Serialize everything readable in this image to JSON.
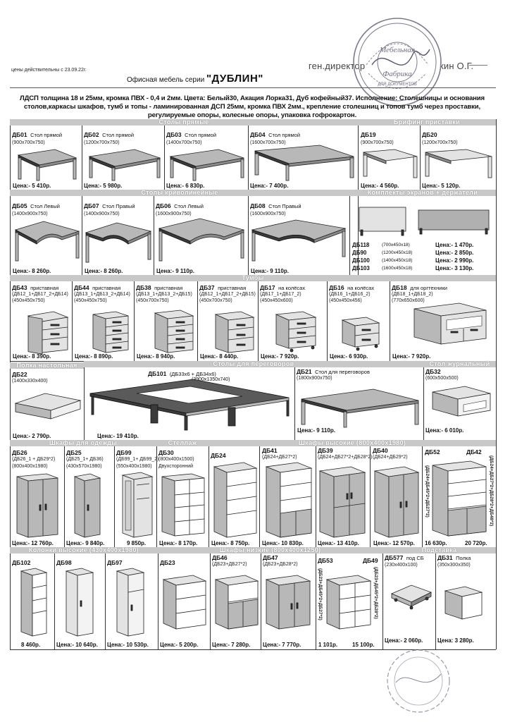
{
  "header": {
    "prices_valid": "цены действительны с 23.09.22г.",
    "director": "ген.директор",
    "director_name": "кин О.Г.",
    "title_prefix": "Офисная мебель серии",
    "series": "\"ДУБЛИН\"",
    "stamp_text": "ОГРАНИЧЕННОЙ ОТВЕТСТВЕННОСТЬЮ · Мебельная Фабрика · ДЛЯ ДОКУМЕНТОВ"
  },
  "description": "ЛДСП толщина 18 и 25мм, кромка ПВХ - 0,4 и 2мм. Цвета: Белый30, Акация Лорка31, Дуб кофейный37. Исполнение: Столешницы и основания столов,каркасы шкафов, тумб и топы - ламинированная ДСП 25мм, кромка ПВХ 2мм., крепление столешниц и топов тумб через проставки, регулируемые опоры, колесные опоры, упаковка гофрокартон.",
  "sections": {
    "straight": "Столы прямые",
    "briefing": "Брифинг приставки",
    "curved": "Столы криволинейные",
    "screens": "Комплекты экранов + держатели",
    "pedestals": "Тумбы",
    "shelf_top": "Полка настольная",
    "meeting": "Столы для переговоров",
    "journal": "Стол журнальный",
    "wardrobes": "Шкафы для одежды",
    "rack": "Стеллаж",
    "tall": "Шкафы высокие (800x400x1980)",
    "columns": "Колонки высокие (430x400x1980)",
    "low": "Шкафы низкие (800x400x1250)",
    "stand": "Подставка"
  },
  "price_label": "Цена:-",
  "price_label2": "Цена:",
  "row1": [
    {
      "code": "ДБ01",
      "name": "Стол прямой",
      "dim": "(900x700x750)",
      "price": "5 410р."
    },
    {
      "code": "ДБ02",
      "name": "Стол прямой",
      "dim": "(1200x700x750)",
      "price": "5 980р."
    },
    {
      "code": "ДБ03",
      "name": "Стол прямой",
      "dim": "(1400x700x750)",
      "price": "6 830р."
    },
    {
      "code": "ДБ04",
      "name": "Стол прямой",
      "dim": "(1600x700x750)",
      "price": "7 400р."
    },
    {
      "code": "ДБ19",
      "name": "",
      "dim": "(900x700x750)",
      "price": "4 560р."
    },
    {
      "code": "ДБ20",
      "name": "",
      "dim": "(1200x700x750)",
      "price": "5 120р."
    }
  ],
  "row2": [
    {
      "code": "ДБ05",
      "name": "Стол Левый",
      "dim": "(1400x900x750)",
      "price": "8 260р."
    },
    {
      "code": "ДБ07",
      "name": "Стол Правый",
      "dim": "(1400x900x750)",
      "price": "8 260р."
    },
    {
      "code": "ДБ06",
      "name": "Стол Левый",
      "dim": "(1600x900x750)",
      "price": "9 110р."
    },
    {
      "code": "ДБ08",
      "name": "Стол Правый",
      "dim": "(1600x900x750)",
      "price": "9 110р."
    }
  ],
  "screens": [
    {
      "code": "ДБ118",
      "dim": "(700x450x18)",
      "price": "1 470р."
    },
    {
      "code": "ДБ90",
      "dim": "(1200x450x18)",
      "price": "2 850р."
    },
    {
      "code": "ДБ100",
      "dim": "(1400x450x18)",
      "price": "2 990р."
    },
    {
      "code": "ДБ103",
      "dim": "(1600x450x18)",
      "price": "3 130р."
    }
  ],
  "row3": [
    {
      "code": "ДБ43",
      "name": "приставная",
      "spec": "(ДБ12_1+ДБ17_2+ДБ14)",
      "dim": "(450x450x750)",
      "price": "8 390р."
    },
    {
      "code": "ДБ44",
      "name": "приставная",
      "spec": "(ДБ13_1+ДБ13_2+ДБ14)",
      "dim": "(450x450x750)",
      "price": "8 890р."
    },
    {
      "code": "ДБ38",
      "name": "приставная",
      "spec": "(ДБ13_1+ДБ13_2+ДБ15)",
      "dim": "(450x700x750)",
      "price": "8 940р."
    },
    {
      "code": "ДБ37",
      "name": "приставная",
      "spec": "(ДБ12_1+ДБ17_2+ДБ15)",
      "dim": "(450x700x750)",
      "price": "8 440р."
    },
    {
      "code": "ДБ17",
      "name": "на колёсах",
      "spec": "(ДБ17_1+ДБ17_2)",
      "dim": "(450x450x600)",
      "price": "7 920р."
    },
    {
      "code": "ДБ16",
      "name": "на колёсах",
      "spec": "(ДБ16_1+ДБ16_2)",
      "dim": "(450x450x456)",
      "price": "6 930р."
    },
    {
      "code": "ДБ18",
      "name": "для оргтехники",
      "spec": "(ДБ18_1+ДБ18_2)",
      "dim": "(770x650x600)",
      "price": "7 920р."
    }
  ],
  "row4": [
    {
      "code": "ДБ22",
      "name": "",
      "dim": "(1400x330x400)",
      "price": "2 790р."
    },
    {
      "code": "ДБ101",
      "name": "(ДБ33х6 + ДБ34х6)",
      "dim": "(3900x1350x740)",
      "price": "19 410р."
    },
    {
      "code": "ДБ21",
      "name": "Стол для переговоров",
      "dim": "(1800x900x750)",
      "price": "9 110р."
    },
    {
      "code": "ДБ32",
      "name": "",
      "dim": "(600x500x500)",
      "price": "6 010р."
    }
  ],
  "row5": [
    {
      "code": "ДБ26",
      "spec": "(ДБ26_1 + ДБ29*2)",
      "dim": "(800x400x1980)",
      "price": "12 760р."
    },
    {
      "code": "ДБ25",
      "spec": "(ДБ25_1+ ДБ36)",
      "dim": "(430x570x1980)",
      "price": "9 840р."
    },
    {
      "code": "ДБ99",
      "spec": "(ДБ99_1+ ДБ99_2)",
      "dim": "(550x400x1980)",
      "price": "9 850р."
    },
    {
      "code": "ДБ30",
      "spec": "(800x400x1500)",
      "dim": "Двухсторонний",
      "price": "8 170р."
    },
    {
      "code": "ДБ24",
      "spec": "",
      "dim": "",
      "price": "8 750р."
    },
    {
      "code": "ДБ41",
      "spec": "(ДБ24+ДБ27*2)",
      "dim": "",
      "price": "10 830р."
    },
    {
      "code": "ДБ39",
      "spec": "(ДБ24+ДБ27*2+ДБ28*2)",
      "dim": "",
      "price": "13 410р."
    },
    {
      "code": "ДБ40",
      "spec": "(ДБ24+ДБ29*2)",
      "dim": "",
      "price": "12 570р."
    },
    {
      "code": "ДБ52",
      "spec": "(ДБ24+ДБ45*2+ДБ27*2)",
      "dim": "",
      "price": "16 630р."
    },
    {
      "code": "ДБ42",
      "spec": "(ДБ24+ДБ27*2+ДБ28*2+ДБ48*2)",
      "dim": "",
      "price": "20 720р."
    }
  ],
  "row6": [
    {
      "code": "ДБ102",
      "spec": "",
      "price": "8 460р."
    },
    {
      "code": "ДБ98",
      "spec": "",
      "price": "10 640р."
    },
    {
      "code": "ДБ97",
      "spec": "",
      "price": "10 530р."
    },
    {
      "code": "ДБ23",
      "spec": "",
      "price": "5 200р."
    },
    {
      "code": "ДБ46",
      "spec": "(ДБ23+ДБ27*2)",
      "price": "7 280р."
    },
    {
      "code": "ДБ47",
      "spec": "(ДБ23+ДБ28*2)",
      "price": "7 770р."
    },
    {
      "code": "ДБ53",
      "spec": "(ДБ23+ДБ45*2+ДБ27*2)",
      "price": "1 101р."
    },
    {
      "code": "ДБ49",
      "spec": "(ДБ23+ДБ45*2+ДБ28*2)",
      "price": "15 100р."
    },
    {
      "code": "ДБ577",
      "spec": "под СБ",
      "dim": "(230x400x100)",
      "price": "2 060р."
    },
    {
      "code": "ДБ31",
      "spec": "Полка",
      "dim": "(350x300x350)",
      "price": "3 280р."
    }
  ]
}
